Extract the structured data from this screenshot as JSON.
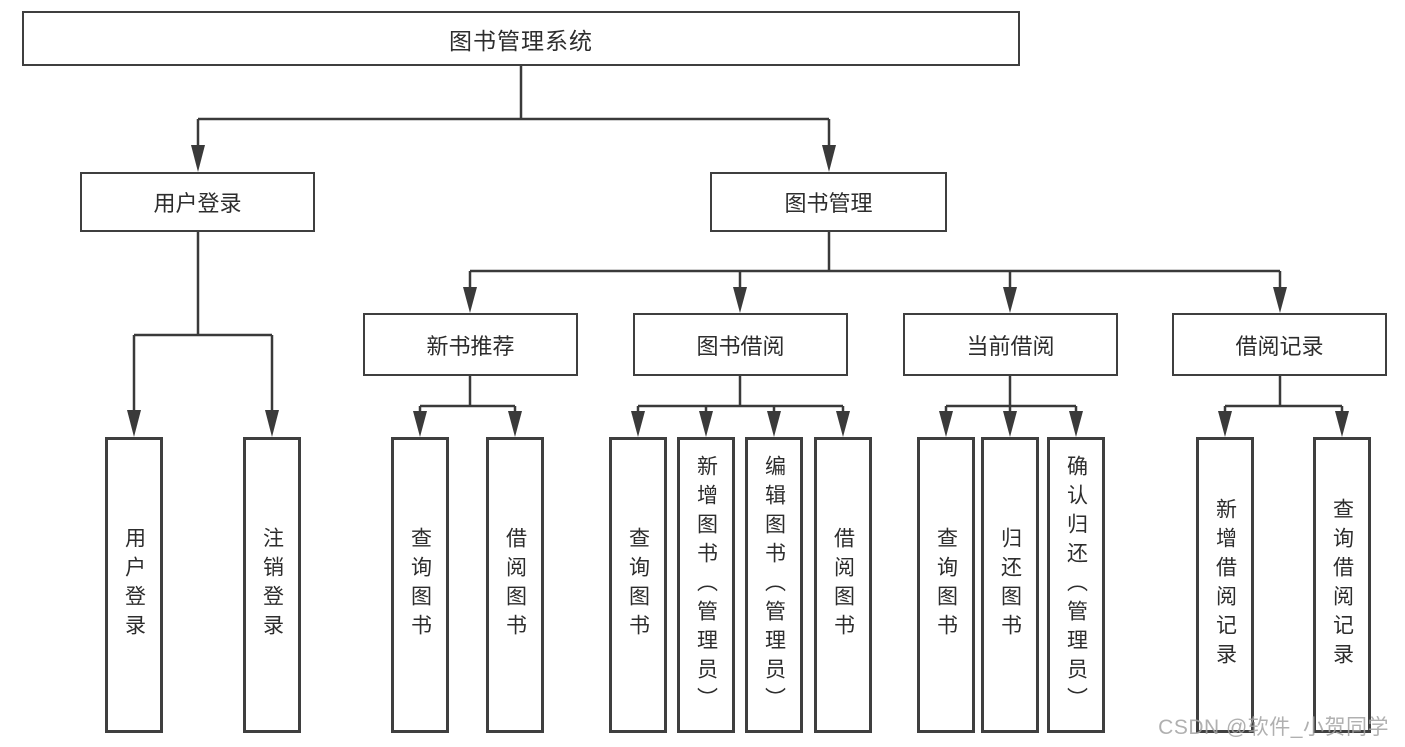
{
  "diagram": {
    "root": {
      "label": "图书管理系统",
      "children": [
        {
          "label": "用户登录",
          "children": [
            {
              "label": "用户登录"
            },
            {
              "label": "注销登录"
            }
          ]
        },
        {
          "label": "图书管理",
          "children": [
            {
              "label": "新书推荐",
              "children": [
                {
                  "label": "查询图书"
                },
                {
                  "label": "借阅图书"
                }
              ]
            },
            {
              "label": "图书借阅",
              "children": [
                {
                  "label": "查询图书"
                },
                {
                  "label": "新增图书（管理员）"
                },
                {
                  "label": "编辑图书（管理员）"
                },
                {
                  "label": "借阅图书"
                }
              ]
            },
            {
              "label": "当前借阅",
              "children": [
                {
                  "label": "查询图书"
                },
                {
                  "label": "归还图书"
                },
                {
                  "label": "确认归还（管理员）"
                }
              ]
            },
            {
              "label": "借阅记录",
              "children": [
                {
                  "label": "新增借阅记录"
                },
                {
                  "label": "查询借阅记录"
                }
              ]
            }
          ]
        }
      ]
    }
  },
  "watermark": {
    "text": "CSDN @软件_小贺同学"
  },
  "colors": {
    "line": "#3a3a3a",
    "box_border": "#3f3f3f",
    "text": "#2d2d2d",
    "watermark": "#a3a3a3",
    "background": "#ffffff"
  }
}
